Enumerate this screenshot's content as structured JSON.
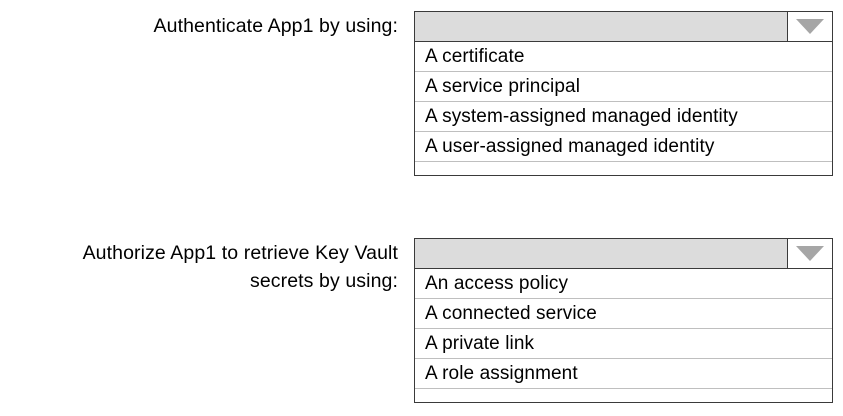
{
  "questions": [
    {
      "label": "Authenticate App1 by using:",
      "dropdown": {
        "selected_value": "",
        "arrow_icon": "chevron-down-icon",
        "options": [
          "A certificate",
          "A service principal",
          "A system-assigned managed identity",
          "A user-assigned managed identity"
        ]
      }
    },
    {
      "label": "Authorize App1 to retrieve Key Vault\nsecrets by using:",
      "dropdown": {
        "selected_value": "",
        "arrow_icon": "chevron-down-icon",
        "options": [
          "An access policy",
          "A connected service",
          "A private link",
          "A role assignment"
        ]
      }
    }
  ],
  "colors": {
    "page_background": "#ffffff",
    "border": "#3a3a3a",
    "field_fill": "#dcdcdc",
    "arrow_fill": "#a6a6a6",
    "separator": "#bfbfbf",
    "text": "#000000"
  }
}
